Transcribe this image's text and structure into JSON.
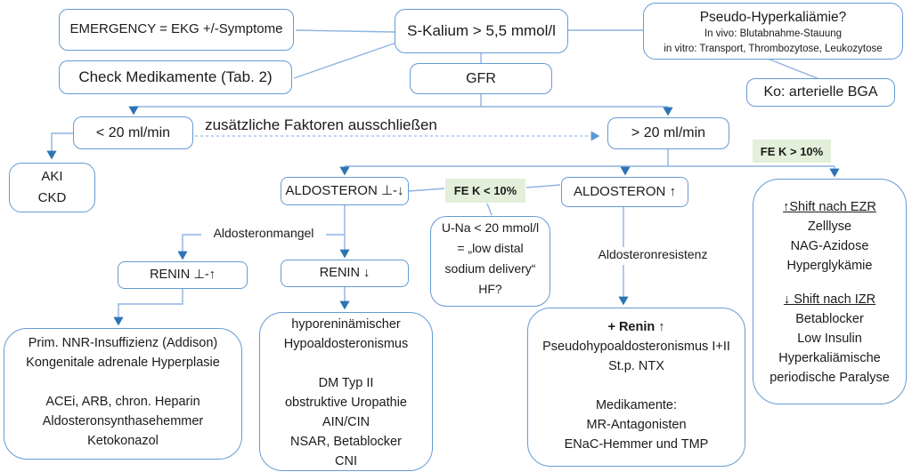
{
  "nodes": {
    "emergency": {
      "text": "EMERGENCY =  EKG +/-Symptome"
    },
    "check_medikamente": {
      "text": "Check Medikamente (Tab. 2)"
    },
    "s_kalium": {
      "text": "S-Kalium > 5,5 mmol/l"
    },
    "gfr": {
      "text": "GFR"
    },
    "pseudo_hyperkaliaemie": {
      "title": "Pseudo-Hyperkaliämie?",
      "line1": "In vivo: Blutabnahme-Stauung",
      "line2": "in vitro: Transport, Thrombozytose, Leukozytose"
    },
    "ko_bga": {
      "text": "Ko: arterielle BGA"
    },
    "gfr_lt20": {
      "text": "< 20 ml/min"
    },
    "gfr_gt20": {
      "text": "> 20 ml/min"
    },
    "aki_ckd": {
      "line1": "AKI",
      "line2": "CKD"
    },
    "aldosteron_low": {
      "text": "ALDOSTERON ⊥-↓"
    },
    "aldosteron_high": {
      "text": "ALDOSTERON ↑"
    },
    "renin_low_or_high": {
      "text": "RENIN ⊥-↑"
    },
    "renin_low": {
      "text": "RENIN ↓"
    },
    "u_na": {
      "lines": [
        "U-Na < 20 mmol/l",
        "= „low distal",
        "sodium delivery“",
        "HF?"
      ]
    },
    "left_causes": {
      "lines": [
        "Prim.  NNR-Insuffizienz (Addison)",
        "Kongenitale adrenale Hyperplasie",
        "",
        "ACEi, ARB, chron. Heparin",
        "Aldosteronsynthasehemmer",
        "Ketokonazol"
      ]
    },
    "hyporenin_causes": {
      "lines": [
        "hyporeninämischer",
        "Hypoaldosteronismus",
        "",
        "DM Typ II",
        "obstruktive Uropathie",
        "AIN/CIN",
        "NSAR, Betablocker",
        "CNI"
      ]
    },
    "renin_high_causes": {
      "title": "+ Renin ↑",
      "lines": [
        "Pseudohypoaldosteronismus I+II",
        "St.p. NTX",
        "",
        "Medikamente:",
        "MR-Antagonisten",
        "ENaC-Hemmer und TMP"
      ]
    },
    "shift_causes": {
      "ezr_title": "↑Shift nach EZR",
      "ezr_items": [
        "Zelllyse",
        "NAG-Azidose",
        "Hyperglykämie"
      ],
      "izr_title": "↓ Shift nach IZR",
      "izr_items": [
        "Betablocker",
        "Low Insulin",
        "Hyperkaliämische",
        "periodische Paralyse"
      ]
    }
  },
  "labels": {
    "zusaetzliche_faktoren": "zusätzliche Faktoren ausschließen",
    "fek_lt10": "FE K < 10%",
    "fek_gt10": "FE K > 10%",
    "aldosteronmangel": "Aldosteronmangel",
    "aldosteronresistenz": "Aldosteronresistenz"
  },
  "colors": {
    "box_border": "#649bd4",
    "connector": "#8fb4e0",
    "arrowhead": "#2e74b5",
    "highlight_green": "#e2efda",
    "text": "#1b1b1b"
  }
}
